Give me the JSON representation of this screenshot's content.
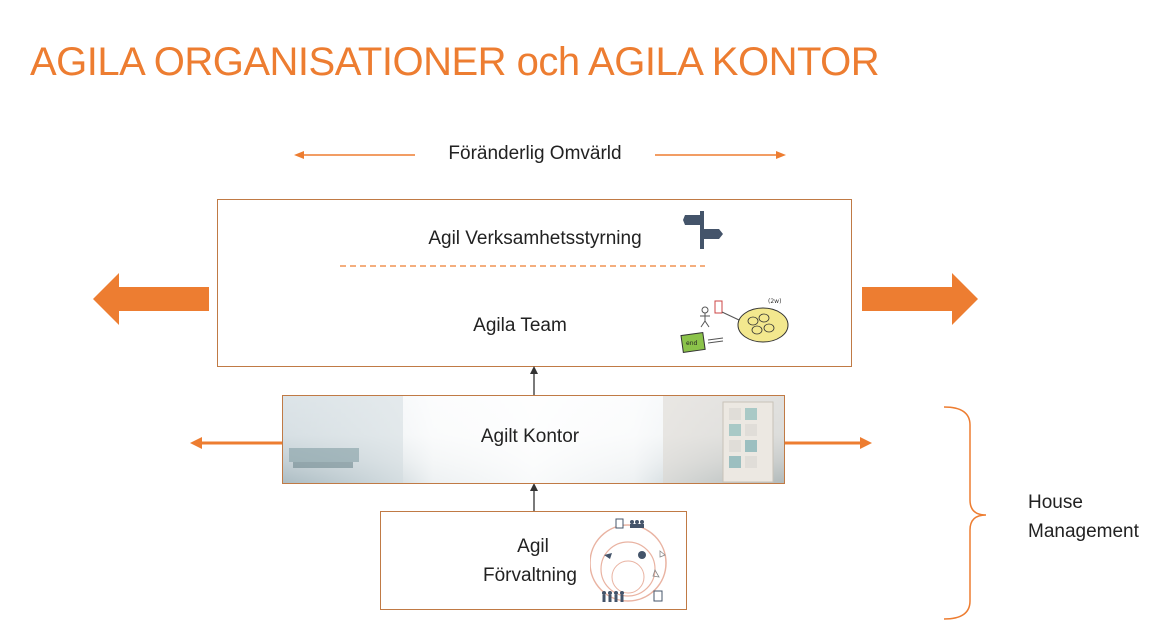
{
  "title": "AGILA ORGANISATIONER och AGILA KONTOR",
  "environment_label": "Föränderlig Omvärld",
  "top_box": {
    "upper_label": "Agil Verksamhetsstyrning",
    "lower_label": "Agila Team"
  },
  "office_box": {
    "label": "Agilt Kontor"
  },
  "management_box": {
    "line1": "Agil",
    "line2": "Förvaltning"
  },
  "bracket_label": {
    "line1": "House",
    "line2": "Management"
  },
  "colors": {
    "accent": "#ED7D31",
    "border": "#C07A45",
    "icon": "#44546A"
  }
}
